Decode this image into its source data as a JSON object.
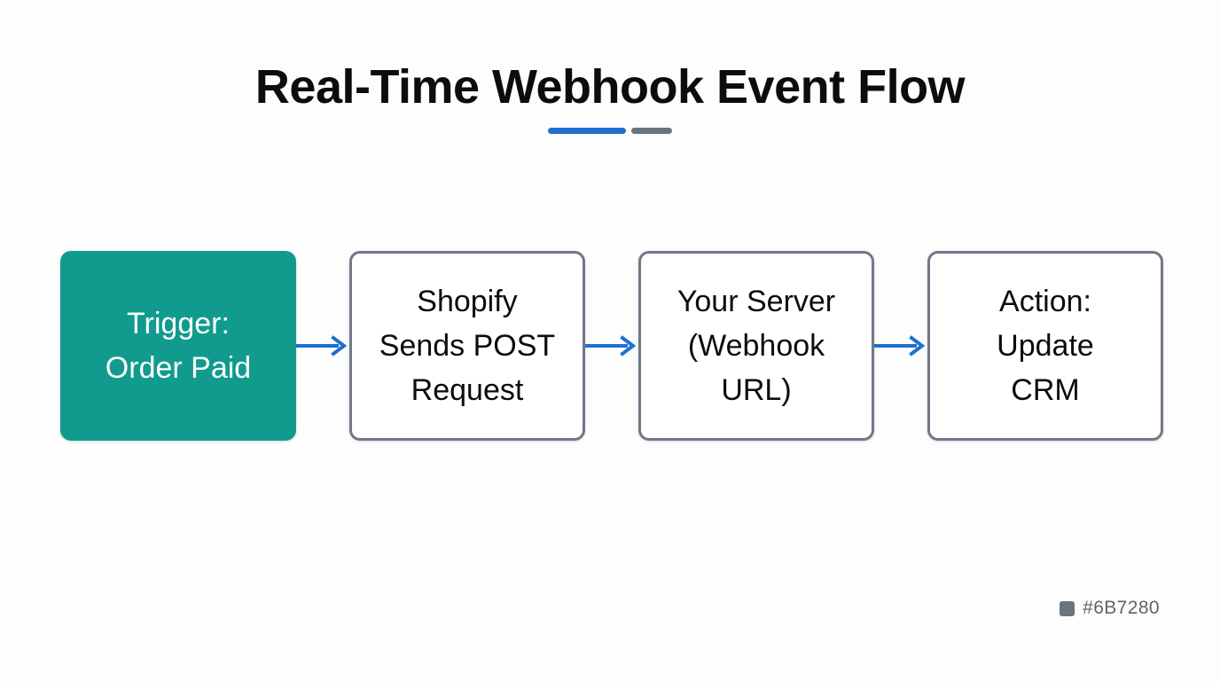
{
  "header": {
    "title": "Real-Time Webhook Event Flow",
    "accent_primary_color": "#1F6FD0",
    "accent_secondary_color": "#6B7280"
  },
  "diagram": {
    "type": "flow",
    "orientation": "left-to-right",
    "background_color": "#FDFDFD",
    "arrow_color": "#1F6FD0",
    "nodes": [
      {
        "id": "trigger",
        "label": "Trigger:\nOrder Paid",
        "style": "start",
        "fill_color": "#109B8E",
        "text_color": "#FFFFFF"
      },
      {
        "id": "shopify-post",
        "label": "Shopify\nSends POST\nRequest",
        "style": "step",
        "fill_color": "#FFFFFF",
        "border_color": "#6F7986",
        "text_color": "#0B0C0E"
      },
      {
        "id": "your-server",
        "label": "Your Server\n(Webhook\nURL)",
        "style": "step",
        "fill_color": "#FFFFFF",
        "border_color": "#6F7986",
        "text_color": "#0B0C0E"
      },
      {
        "id": "update-crm",
        "label": "Action:\nUpdate\nCRM",
        "style": "step",
        "fill_color": "#FFFFFF",
        "border_color": "#6F7986",
        "text_color": "#0B0C0E"
      }
    ],
    "edges": [
      {
        "from": "trigger",
        "to": "shopify-post"
      },
      {
        "from": "shopify-post",
        "to": "your-server"
      },
      {
        "from": "your-server",
        "to": "update-crm"
      }
    ]
  },
  "legend": {
    "swatch_color": "#6B7280",
    "label": "#6B7280"
  }
}
